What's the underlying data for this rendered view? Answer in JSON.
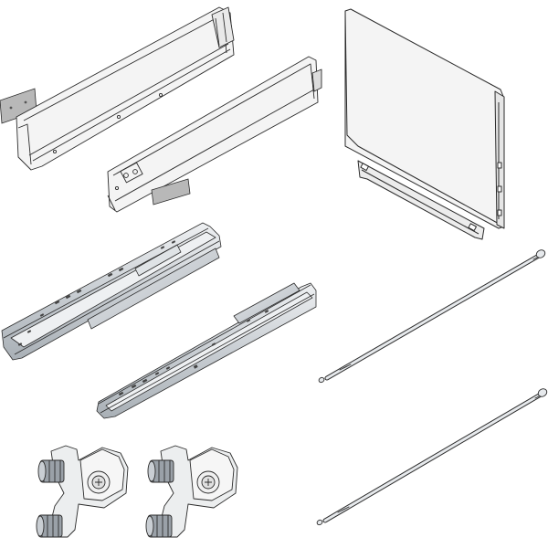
{
  "image": {
    "background": "#ffffff",
    "line_color": "#2b2b2b",
    "panel_fill": "#f4f4f4",
    "metal_fill": "#d9dde1",
    "metal_dark": "#9aa1a8",
    "gray_plate": "#b8b8b8"
  },
  "components": [
    {
      "name": "side-panel-left",
      "icon": "drawer-side-panel-icon"
    },
    {
      "name": "side-panel-right",
      "icon": "drawer-side-panel-icon"
    },
    {
      "name": "back-panel",
      "icon": "drawer-back-panel-icon"
    },
    {
      "name": "runner-left",
      "icon": "drawer-runner-icon"
    },
    {
      "name": "runner-right",
      "icon": "drawer-runner-icon"
    },
    {
      "name": "rail-rod-upper",
      "icon": "gallery-rod-icon"
    },
    {
      "name": "rail-rod-lower",
      "icon": "gallery-rod-icon"
    },
    {
      "name": "locking-device-left",
      "icon": "locking-device-icon"
    },
    {
      "name": "locking-device-right",
      "icon": "locking-device-icon"
    }
  ]
}
